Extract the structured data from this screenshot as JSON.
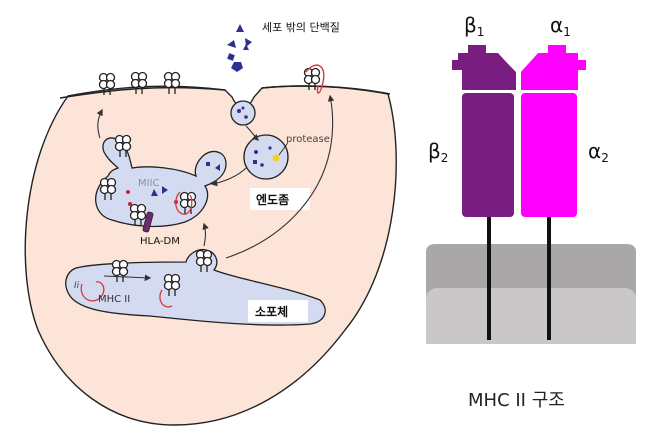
{
  "labels": {
    "extracellular_protein": "세포 밖의 단백질",
    "protease": "protease",
    "miic": "MIIC",
    "endosome": "엔도좀",
    "hla_dm": "HLA-DM",
    "ii": "Ii",
    "mhc_ii": "MHC II",
    "lysosome": "소포체"
  },
  "structure": {
    "beta1": "β",
    "beta1_sub": "1",
    "alpha1": "α",
    "alpha1_sub": "1",
    "beta2": "β",
    "beta2_sub": "2",
    "alpha2": "α",
    "alpha2_sub": "2",
    "caption": "MHC II 구조"
  },
  "colors": {
    "cell": "#fde4d8",
    "vesicle": "#d4dbf1",
    "peptide": "#2e3192",
    "beta_chain": "#7a1d80",
    "alpha_chain": "#ff00ff",
    "membrane_top": "#a9a7a7",
    "membrane_bottom": "#c9c7c7",
    "invariant_chain": "#d9383a"
  }
}
